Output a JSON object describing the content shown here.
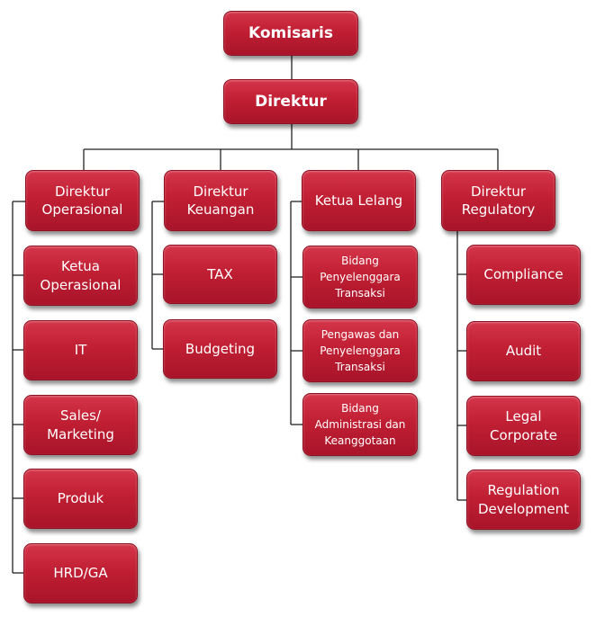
{
  "top": {
    "komisaris": "Komisaris",
    "direktur": "Direktur"
  },
  "columns": {
    "operasional": {
      "head": "Direktur\nOperasional",
      "items": [
        "Ketua\nOperasional",
        "IT",
        "Sales/\nMarketing",
        "Produk",
        "HRD/GA"
      ]
    },
    "keuangan": {
      "head": "Direktur\nKeuangan",
      "items": [
        "TAX",
        "Budgeting"
      ]
    },
    "lelang": {
      "head": "Ketua Lelang",
      "items": [
        "Bidang\nPenyelenggara\nTransaksi",
        "Pengawas dan\nPenyelenggara\nTransaksi",
        "Bidang\nAdministrasi dan\nKeanggotaan"
      ]
    },
    "regulatory": {
      "head": "Direktur\nRegulatory",
      "items": [
        "Compliance",
        "Audit",
        "Legal\nCorporate",
        "Regulation\nDevelopment"
      ]
    }
  },
  "colors": {
    "box": "#c11f33",
    "line": "#222222"
  }
}
